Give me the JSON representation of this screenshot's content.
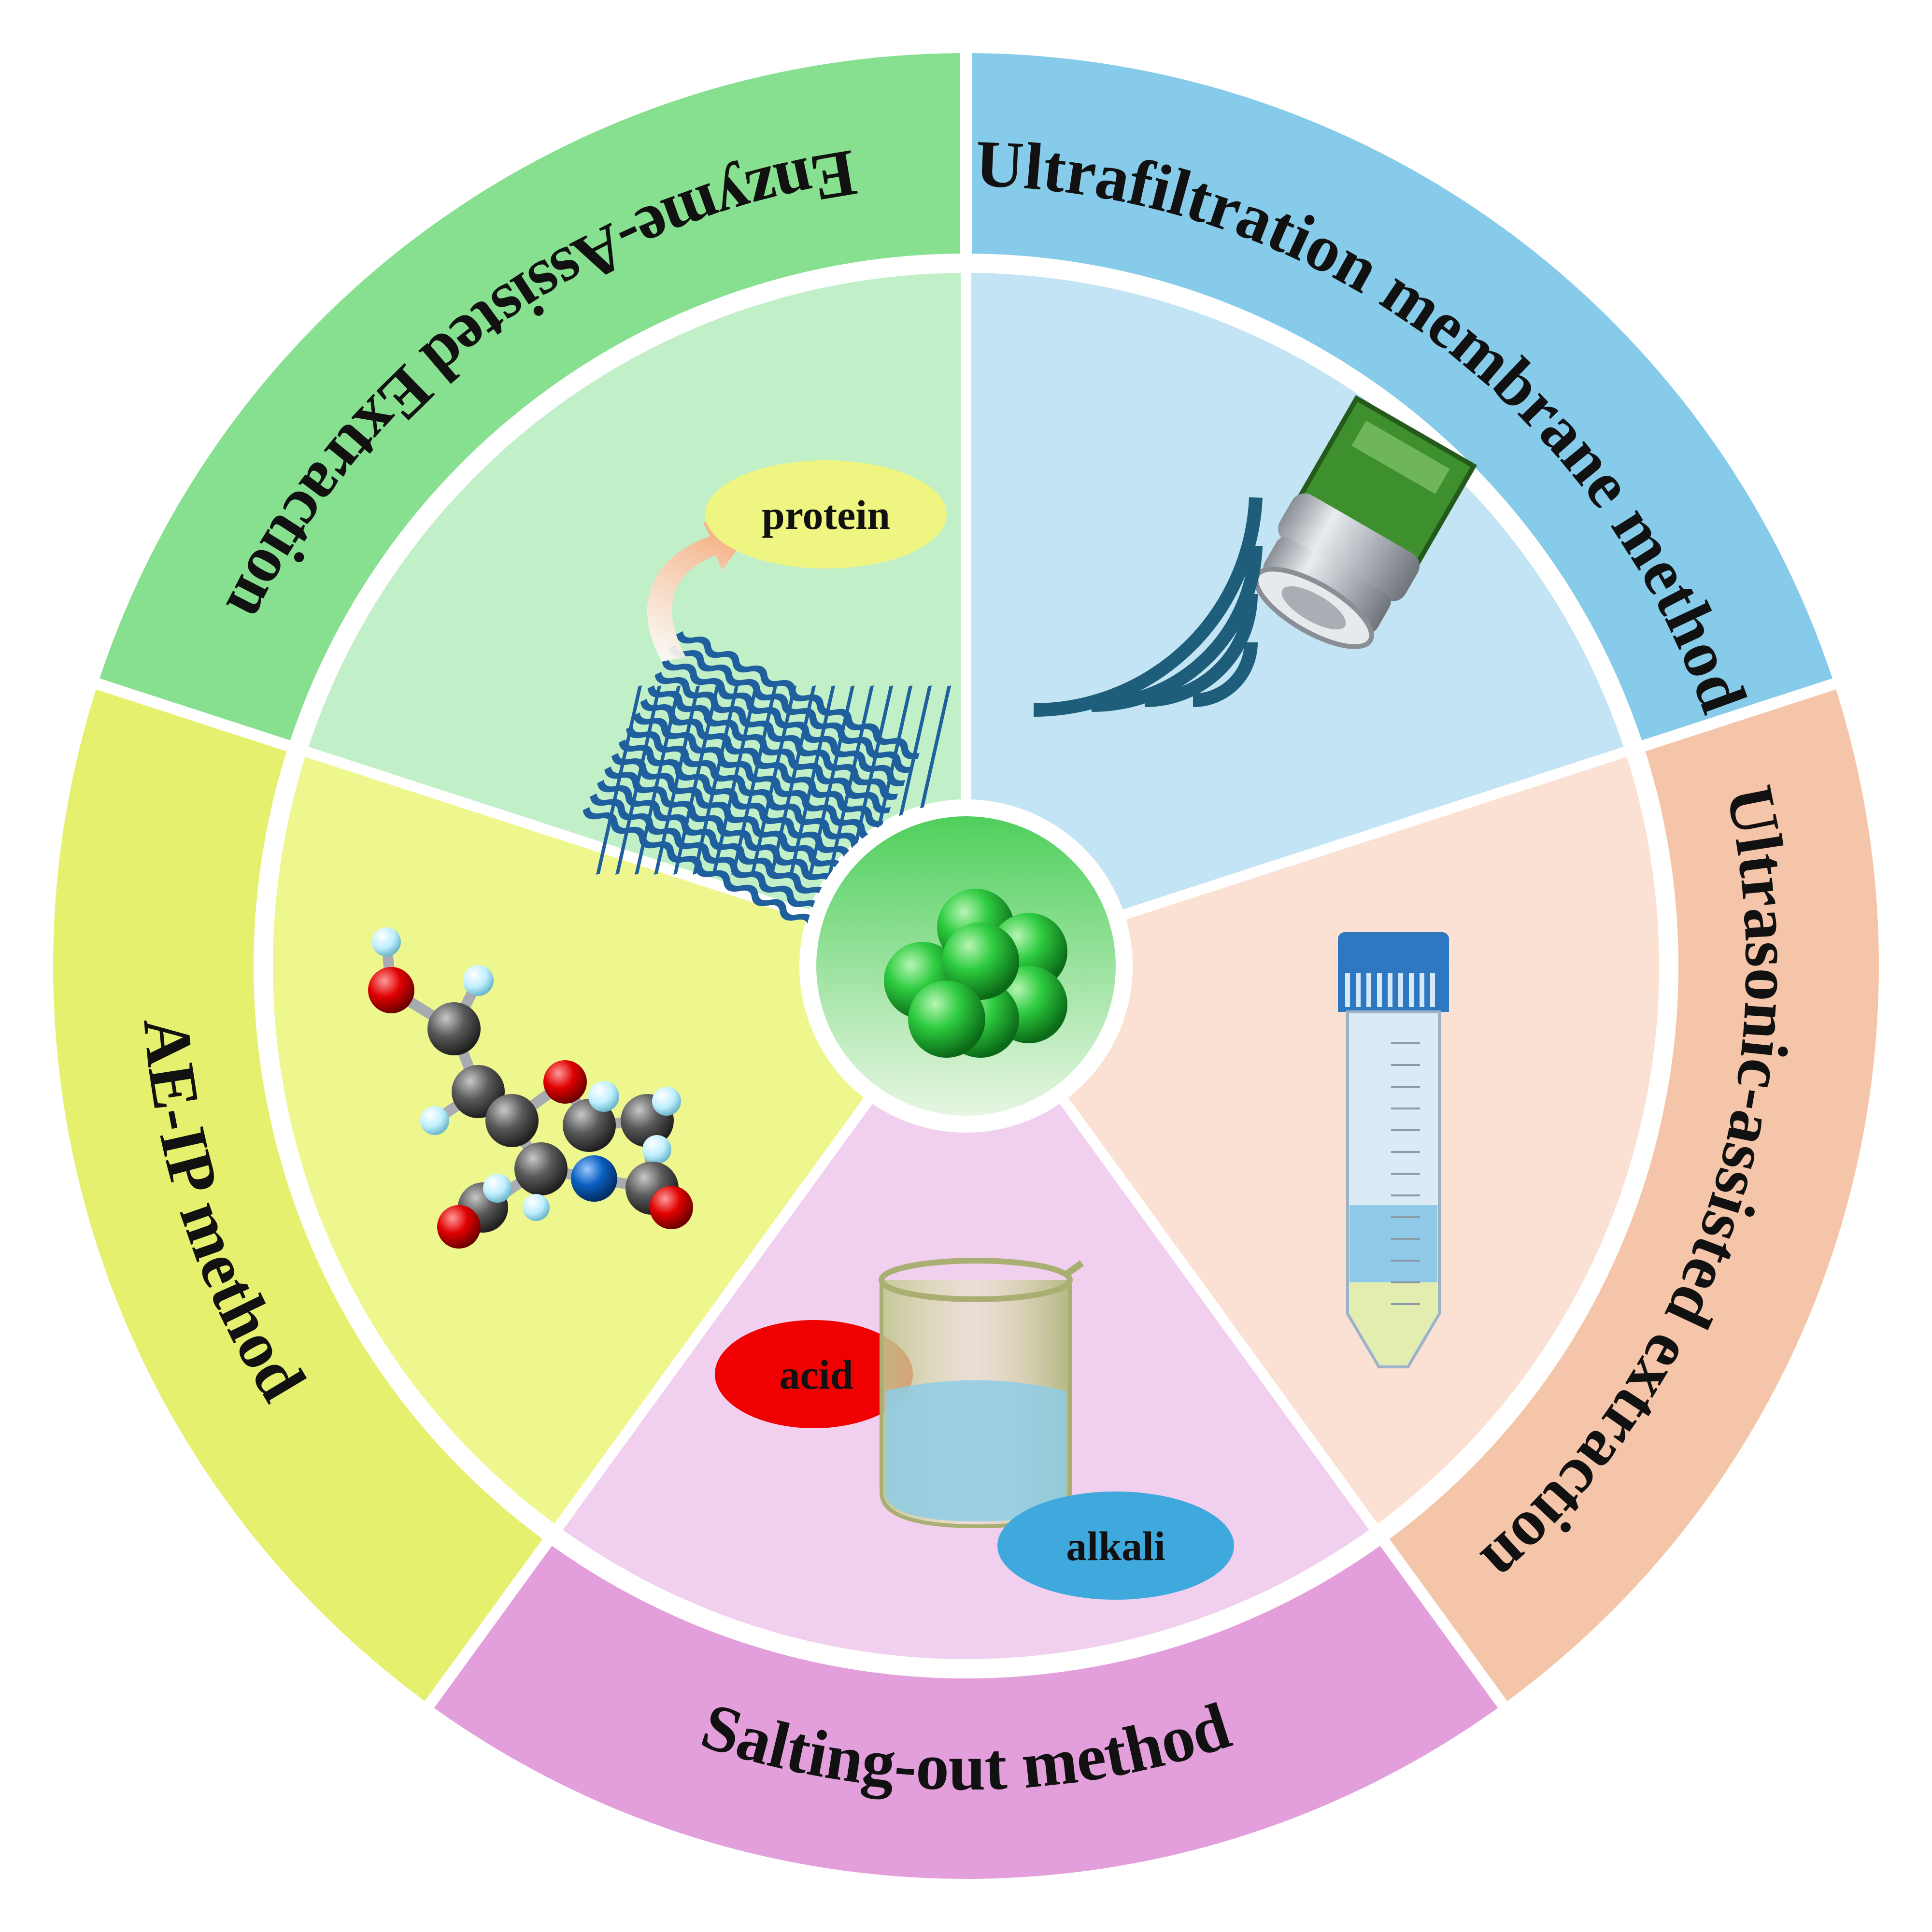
{
  "segments": [
    {
      "title": "Ultrafiltration membrane method",
      "outer_color": "#86CBEA",
      "inner_color": "#C3E4F4",
      "icon": "membrane-icon"
    },
    {
      "title": "Ultrasonic-assisted extraction",
      "outer_color": "#F5C5A9",
      "inner_color": "#FBE1D3",
      "icon": "ultrasonic-probe-icon"
    },
    {
      "title": "Salting-out method",
      "outer_color": "#E39FDB",
      "inner_color": "#F1CFEE",
      "icon": "centrifuge-tube-icon"
    },
    {
      "title": "AE-IP method",
      "outer_color": "#E5F06E",
      "inner_color": "#EEF78E",
      "icon": "beaker-icon"
    },
    {
      "title": "Enzyme-Assisted Extraction",
      "outer_color": "#87E08F",
      "inner_color": "#C1EFC7",
      "icon": "molecule-icon"
    }
  ],
  "tags": {
    "protein": "protein",
    "acid": "acid",
    "alkali": "alkali"
  },
  "colors": {
    "protein_tag": "#EEF580",
    "acid_tag": "#F00000",
    "alkali_tag": "#3FA9DE",
    "center_top": "#4FCF5C",
    "center_bottom": "#E7F6E2"
  },
  "center_icon": "protein-spheres-icon"
}
